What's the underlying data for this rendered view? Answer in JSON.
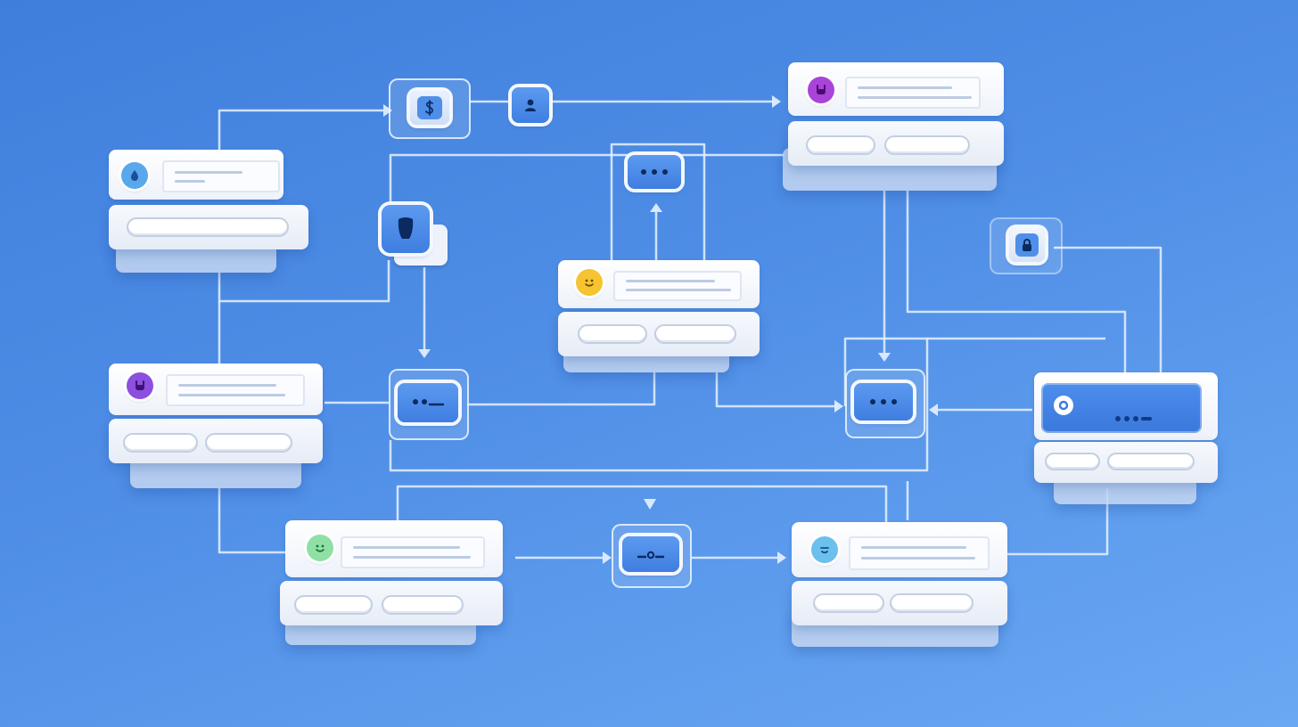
{
  "diagram": {
    "background_colors": [
      "#3f7fdc",
      "#6aa8f3"
    ],
    "accent_color": "#3f7ee0",
    "cards": [
      {
        "id": "card-top-left",
        "avatar_icon": "drop-icon",
        "avatar_color": "#5aa8ec"
      },
      {
        "id": "card-mid-left",
        "avatar_icon": "bunny-icon",
        "avatar_color": "#8c4fe0"
      },
      {
        "id": "card-center",
        "avatar_icon": "smiley-icon",
        "avatar_color": "#f5c430"
      },
      {
        "id": "card-top-right",
        "avatar_icon": "bunny-icon",
        "avatar_color": "#a844d8"
      },
      {
        "id": "card-bottom-left",
        "avatar_icon": "smiley-icon",
        "avatar_color": "#8fe0a4"
      },
      {
        "id": "card-bottom-right",
        "avatar_icon": "face-icon",
        "avatar_color": "#6cc0ee"
      },
      {
        "id": "card-right-banner",
        "avatar_icon": "ring-icon",
        "avatar_color": "#3a78dc"
      }
    ],
    "nodes": [
      {
        "id": "node-dollar",
        "icon": "dollar-icon"
      },
      {
        "id": "node-user-top",
        "icon": "user-icon"
      },
      {
        "id": "node-chat-top",
        "icon": "chat-dots-icon"
      },
      {
        "id": "node-shield",
        "icon": "shield-icon"
      },
      {
        "id": "node-chat-left",
        "icon": "chat-dots-icon"
      },
      {
        "id": "node-chat-right",
        "icon": "chat-dots-icon"
      },
      {
        "id": "node-lock-right",
        "icon": "lock-icon"
      },
      {
        "id": "node-chat-bottom",
        "icon": "chat-dots-icon"
      }
    ]
  }
}
